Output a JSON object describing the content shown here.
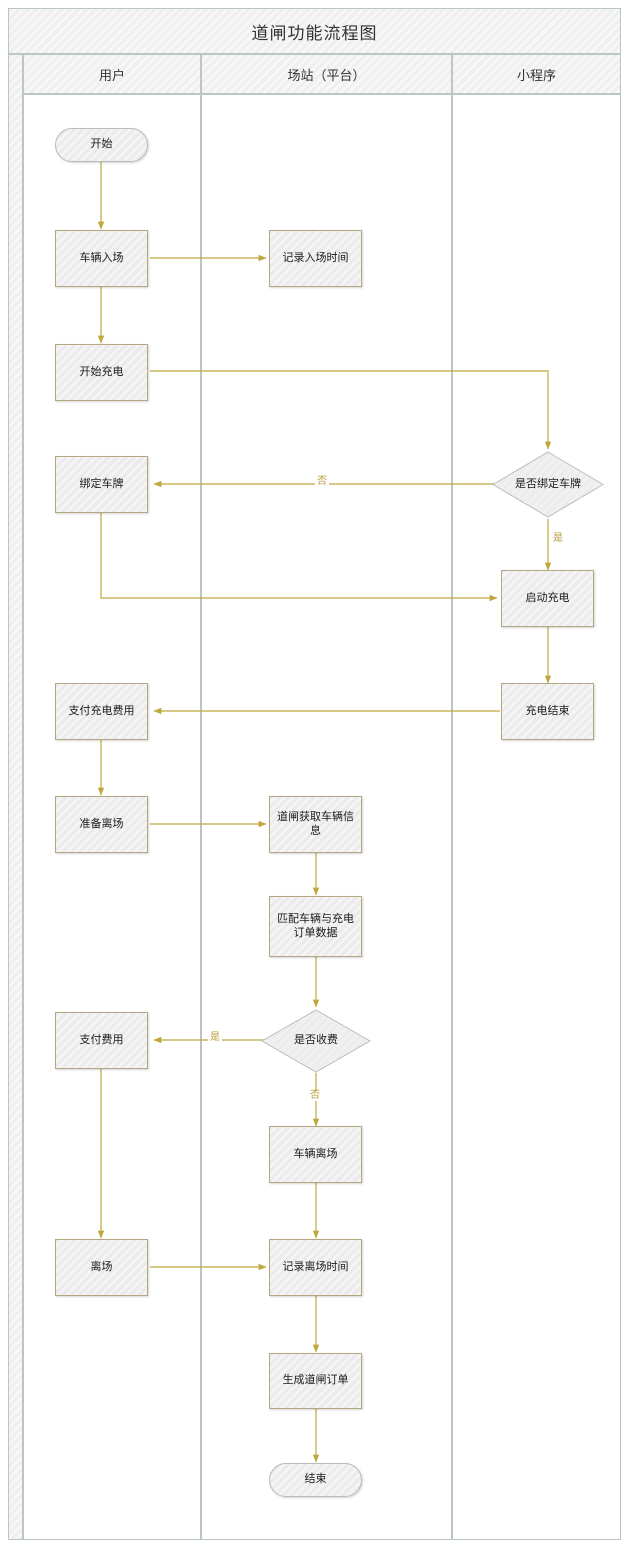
{
  "diagram": {
    "title": "道闸功能流程图",
    "type": "swimlane-flowchart",
    "accent_edge_color": "#c0a83c",
    "lane_border_color": "#b9c6c3",
    "node_border_color": "#b3a882",
    "lanes": [
      {
        "id": "user",
        "label": "用户"
      },
      {
        "id": "station",
        "label": "场站（平台）"
      },
      {
        "id": "miniapp",
        "label": "小程序"
      }
    ],
    "nodes": [
      {
        "id": "start",
        "lane": "user",
        "shape": "terminator",
        "label": "开始"
      },
      {
        "id": "enter",
        "lane": "user",
        "shape": "process",
        "label": "车辆入场"
      },
      {
        "id": "recEnter",
        "lane": "station",
        "shape": "process",
        "label": "记录入场时间"
      },
      {
        "id": "beginCharge",
        "lane": "user",
        "shape": "process",
        "label": "开始充电"
      },
      {
        "id": "isBound",
        "lane": "miniapp",
        "shape": "decision",
        "label": "是否绑定车牌"
      },
      {
        "id": "bindPlate",
        "lane": "user",
        "shape": "process",
        "label": "绑定车牌"
      },
      {
        "id": "startCharge",
        "lane": "miniapp",
        "shape": "process",
        "label": "启动充电"
      },
      {
        "id": "chargeEnd",
        "lane": "miniapp",
        "shape": "process",
        "label": "充电结束"
      },
      {
        "id": "payCharge",
        "lane": "user",
        "shape": "process",
        "label": "支付充电费用"
      },
      {
        "id": "prepLeave",
        "lane": "user",
        "shape": "process",
        "label": "准备离场"
      },
      {
        "id": "gateRead",
        "lane": "station",
        "shape": "process",
        "label": "道闸获取车辆信息"
      },
      {
        "id": "matchData",
        "lane": "station",
        "shape": "process",
        "label": "匹配车辆与充电订单数据"
      },
      {
        "id": "isCharge",
        "lane": "station",
        "shape": "decision",
        "label": "是否收费"
      },
      {
        "id": "payFee",
        "lane": "user",
        "shape": "process",
        "label": "支付费用"
      },
      {
        "id": "carLeave",
        "lane": "station",
        "shape": "process",
        "label": "车辆离场"
      },
      {
        "id": "leave",
        "lane": "user",
        "shape": "process",
        "label": "离场"
      },
      {
        "id": "recLeave",
        "lane": "station",
        "shape": "process",
        "label": "记录离场时间"
      },
      {
        "id": "genOrder",
        "lane": "station",
        "shape": "process",
        "label": "生成道闸订单"
      },
      {
        "id": "end",
        "lane": "station",
        "shape": "terminator",
        "label": "结束"
      }
    ],
    "edges": [
      {
        "from": "start",
        "to": "enter",
        "label": ""
      },
      {
        "from": "enter",
        "to": "recEnter",
        "label": ""
      },
      {
        "from": "enter",
        "to": "beginCharge",
        "label": ""
      },
      {
        "from": "beginCharge",
        "to": "isBound",
        "label": ""
      },
      {
        "from": "isBound",
        "to": "bindPlate",
        "label": "否"
      },
      {
        "from": "isBound",
        "to": "startCharge",
        "label": "是"
      },
      {
        "from": "bindPlate",
        "to": "startCharge",
        "label": ""
      },
      {
        "from": "startCharge",
        "to": "chargeEnd",
        "label": ""
      },
      {
        "from": "chargeEnd",
        "to": "payCharge",
        "label": ""
      },
      {
        "from": "payCharge",
        "to": "prepLeave",
        "label": ""
      },
      {
        "from": "prepLeave",
        "to": "gateRead",
        "label": ""
      },
      {
        "from": "gateRead",
        "to": "matchData",
        "label": ""
      },
      {
        "from": "matchData",
        "to": "isCharge",
        "label": ""
      },
      {
        "from": "isCharge",
        "to": "payFee",
        "label": "是"
      },
      {
        "from": "isCharge",
        "to": "carLeave",
        "label": "否"
      },
      {
        "from": "payFee",
        "to": "leave",
        "label": ""
      },
      {
        "from": "carLeave",
        "to": "recLeave",
        "label": ""
      },
      {
        "from": "leave",
        "to": "recLeave",
        "label": ""
      },
      {
        "from": "recLeave",
        "to": "genOrder",
        "label": ""
      },
      {
        "from": "genOrder",
        "to": "end",
        "label": ""
      }
    ],
    "edge_labels": {
      "isBound_no": "否",
      "isBound_yes": "是",
      "isCharge_yes": "是",
      "isCharge_no": "否"
    }
  }
}
